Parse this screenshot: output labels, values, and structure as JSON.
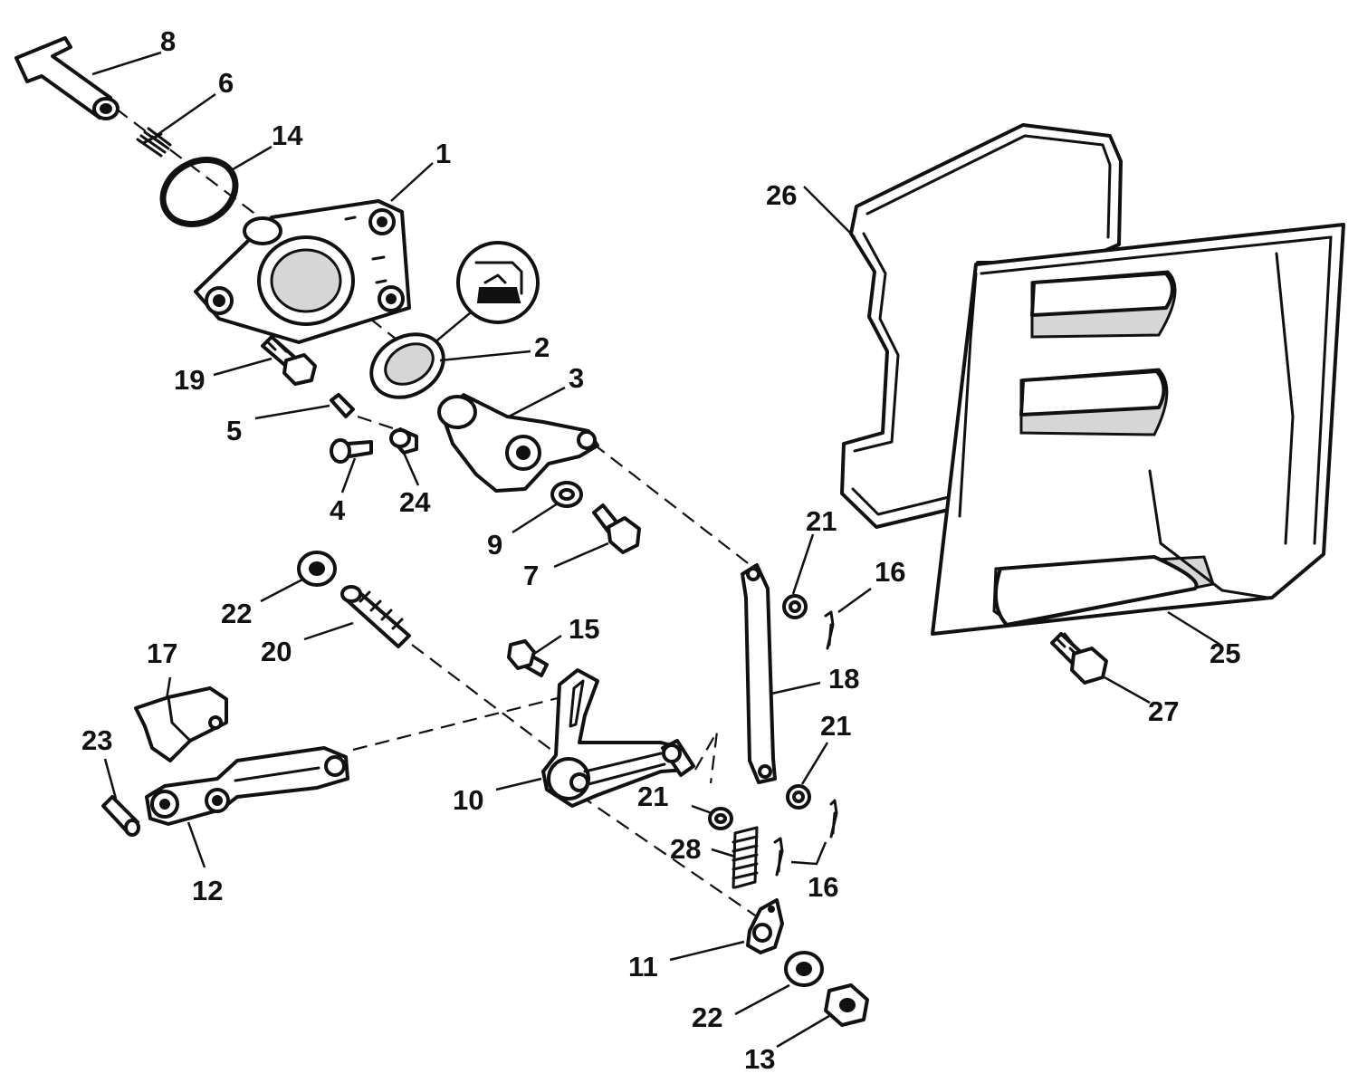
{
  "diagram": {
    "callouts": [
      {
        "id": "1",
        "label": "1"
      },
      {
        "id": "2",
        "label": "2"
      },
      {
        "id": "3",
        "label": "3"
      },
      {
        "id": "4",
        "label": "4"
      },
      {
        "id": "5",
        "label": "5"
      },
      {
        "id": "6",
        "label": "6"
      },
      {
        "id": "7",
        "label": "7"
      },
      {
        "id": "8",
        "label": "8"
      },
      {
        "id": "9",
        "label": "9"
      },
      {
        "id": "10",
        "label": "10"
      },
      {
        "id": "11",
        "label": "11"
      },
      {
        "id": "12",
        "label": "12"
      },
      {
        "id": "13",
        "label": "13"
      },
      {
        "id": "14",
        "label": "14"
      },
      {
        "id": "15",
        "label": "15"
      },
      {
        "id": "16a",
        "label": "16"
      },
      {
        "id": "16b",
        "label": "16"
      },
      {
        "id": "17",
        "label": "17"
      },
      {
        "id": "18",
        "label": "18"
      },
      {
        "id": "19",
        "label": "19"
      },
      {
        "id": "20",
        "label": "20"
      },
      {
        "id": "21a",
        "label": "21"
      },
      {
        "id": "21b",
        "label": "21"
      },
      {
        "id": "21c",
        "label": "21"
      },
      {
        "id": "22a",
        "label": "22"
      },
      {
        "id": "22b",
        "label": "22"
      },
      {
        "id": "23",
        "label": "23"
      },
      {
        "id": "24",
        "label": "24"
      },
      {
        "id": "25",
        "label": "25"
      },
      {
        "id": "26",
        "label": "26"
      },
      {
        "id": "27",
        "label": "27"
      },
      {
        "id": "28",
        "label": "28"
      }
    ],
    "colors": {
      "line": "#111111",
      "background": "#ffffff",
      "shade": "#d6d6d6"
    },
    "icons": [
      "seal-lubricant-icon"
    ]
  }
}
